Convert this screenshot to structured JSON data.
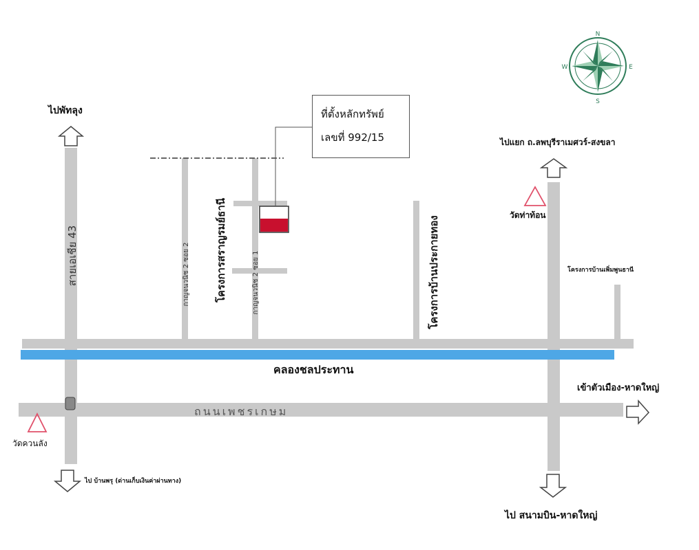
{
  "property": {
    "callout_line1": "ที่ตั้งหลักทรัพย์",
    "callout_line2": "เลขที่ 992/15"
  },
  "labels": {
    "to_top_left": "ไปพัทลุง",
    "to_top_right": "ไปแยก ถ.ลพบุรีราเมศวร์-สงขลา",
    "to_right": "เข้าตัวเมือง-หาดใหญ่",
    "to_bottom_right": "ไป สนามบิน-หาดใหญ่",
    "to_bottom_left": "ไป บ้านพรุ (ด่านเก็บเงินค่าผ่านทาง)",
    "canal": "คลองชลประทาน",
    "main_road": "ถนนเพชรเกษม",
    "road_43": "สายเอเชีย 43",
    "soi_2_2": "กาญจนวนิช 2 ซอย 2",
    "soi_2_1": "กาญจนวนิช 2 ซอย 1",
    "project_1": "โครงการสราญรมย์ธานี",
    "project_2": "โครงการบ้านประกายทอง",
    "project_3": "โครงการบ้านเพิ่มพูนธานี",
    "temple_left": "วัดควนลัง",
    "temple_right": "วัดท่าท้อน"
  },
  "compass": {
    "n": "N",
    "s": "S",
    "e": "E",
    "w": "W"
  },
  "colors": {
    "road": "#c9c9c9",
    "canal": "#4ea7e6",
    "property": "#c8102e",
    "temple_marker": "#e0506a",
    "compass": "#2f7d5a"
  }
}
